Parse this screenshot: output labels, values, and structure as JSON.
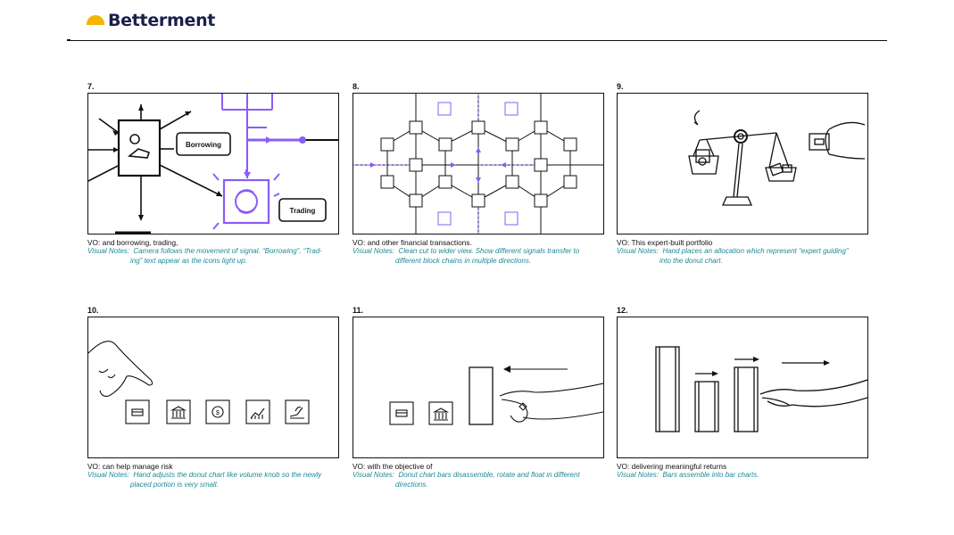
{
  "header": {
    "brand": "Betterment",
    "brand_color": "#1b1f4b",
    "logo_color": "#f5b400"
  },
  "notes_color": "#1f8a97",
  "accent_color": "#8b5cf6",
  "panels": [
    {
      "num": "7.",
      "vo": "VO: and borrowing, trading,",
      "notes_label": "Visual Notes:",
      "notes_line1": "Camera follows the movement of signal. “Borrowing”, “Trad-",
      "notes_line2": "ing” text appear as the icons light up.",
      "labels": {
        "borrowing": "Borrowing",
        "trading": "Trading"
      }
    },
    {
      "num": "8.",
      "vo": "VO:  and other financial transactions.",
      "notes_label": "Visual Notes:",
      "notes_line1": "Clean cut to wider view. Show different signals transfer to",
      "notes_line2": "different block chains in multiple directions."
    },
    {
      "num": "9.",
      "vo": "VO:  This expert-built portfolio",
      "notes_label": "Visual Notes:",
      "notes_line1": "Hand places an allocation which represent “expert guiding”",
      "notes_line2": "into the donut chart."
    },
    {
      "num": "10.",
      "vo": "VO:  can help manage risk",
      "notes_label": "Visual Notes:",
      "notes_line1": "Hand adjusts the donut chart like volume knob so the newly",
      "notes_line2": "placed portion is very small."
    },
    {
      "num": "11.",
      "vo": "VO:  with the objective of",
      "notes_label": "Visual Notes:",
      "notes_line1": "Donut chart bars disassemble, rotate and float in different",
      "notes_line2": "directions."
    },
    {
      "num": "12.",
      "vo": "VO:  delivering meaningful returns",
      "notes_label": "Visual Notes:",
      "notes_line1": "Bars assemble into bar charts.",
      "notes_line2": ""
    }
  ]
}
